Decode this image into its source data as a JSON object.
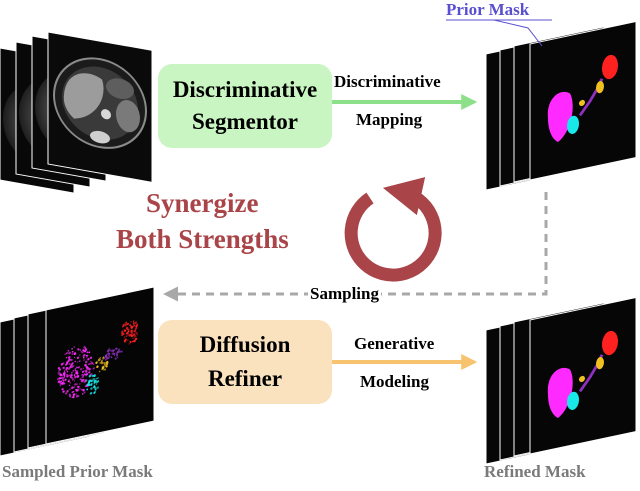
{
  "diagram": {
    "prior_mask_label": "Prior Mask",
    "discriminative_segmentor": {
      "line1": "Discriminative",
      "line2": "Segmentor",
      "color": "#c9f5c2"
    },
    "discriminative_mapping": {
      "line1": "Discriminative",
      "line2": "Mapping",
      "color": "#8de08a"
    },
    "synergize": {
      "line1": "Synergize",
      "line2": "Both Strengths",
      "color": "#a94448"
    },
    "sampling_label": "Sampling",
    "diffusion_refiner": {
      "line1": "Diffusion",
      "line2": "Refiner",
      "color": "#fbe2bf"
    },
    "generative_modeling": {
      "line1": "Generative",
      "line2": "Modeling",
      "color": "#f8c36e"
    },
    "sampled_prior_mask_label": "Sampled Prior Mask",
    "refined_mask_label": "Refined Mask",
    "colors": {
      "prior_mask_label": "#5a4fcf",
      "footer_label": "#7a7a7a",
      "dashed": "#a8a8a8",
      "cycle": "#a94448",
      "liver": "#ff2aff",
      "spleen_red": "#ff2020",
      "cyan": "#18e8e8",
      "yellow": "#f0c020",
      "purple": "#9030c0"
    }
  }
}
